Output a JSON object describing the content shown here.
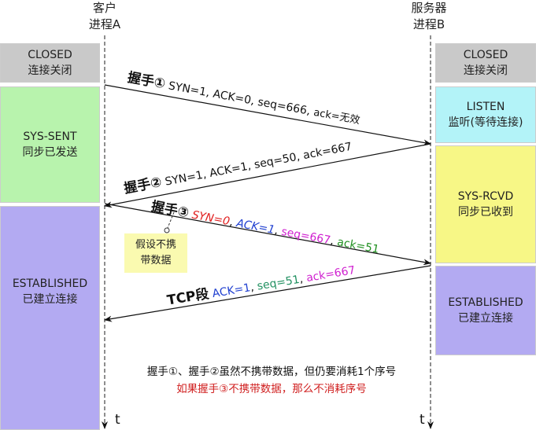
{
  "headers": {
    "client": [
      "客户",
      "进程A"
    ],
    "server": [
      "服务器",
      "进程B"
    ]
  },
  "client_states": [
    {
      "name": "CLOSED",
      "desc": "连接关闭",
      "color": "#c9c9c9"
    },
    {
      "name": "SYS-SENT",
      "desc": "同步已发送",
      "color": "#b8f3ad"
    },
    {
      "name": "ESTABLISHED",
      "desc": "已建立连接",
      "color": "#b3aaf2"
    }
  ],
  "server_states": [
    {
      "name": "CLOSED",
      "desc": "连接关闭",
      "color": "#c9c9c9"
    },
    {
      "name": "LISTEN",
      "desc": "监听(等待连接)",
      "color": "#b3f3f8"
    },
    {
      "name": "SYS-RCVD",
      "desc": "同步已收到",
      "color": "#f7f786"
    },
    {
      "name": "ESTABLISHED",
      "desc": "已建立连接",
      "color": "#b3aaf2"
    }
  ],
  "messages": {
    "m1": {
      "title": "握手①",
      "parts": [
        "SYN=1, ACK=0, seq=666,",
        "ack=无效"
      ]
    },
    "m2": {
      "title": "握手②",
      "parts": [
        "SYN=1, ACK=1, seq=50, ack=667"
      ]
    },
    "m3": {
      "title": "握手③",
      "parts": [
        "SYN=0",
        ", ",
        "ACK=1",
        ", ",
        "seq=667",
        ", ",
        "ack=51"
      ],
      "colors": [
        "#e02020",
        "#1f3fd0",
        "#d020d0",
        "#209020"
      ]
    },
    "m4": {
      "title": "TCP段",
      "parts": [
        "ACK=1",
        ", ",
        "seq=51",
        ", ",
        "ack=667"
      ],
      "colors": [
        "#1f3fd0",
        "#209060",
        "#d020d0"
      ]
    }
  },
  "note": [
    "假设不携",
    "带数据"
  ],
  "time_label": "t",
  "footer": {
    "line1": "握手①、握手②虽然不携带数据，但仍要消耗1个序号",
    "line2": "如果握手③不携带数据，那么不消耗序号",
    "line2_color": "#d02020"
  }
}
